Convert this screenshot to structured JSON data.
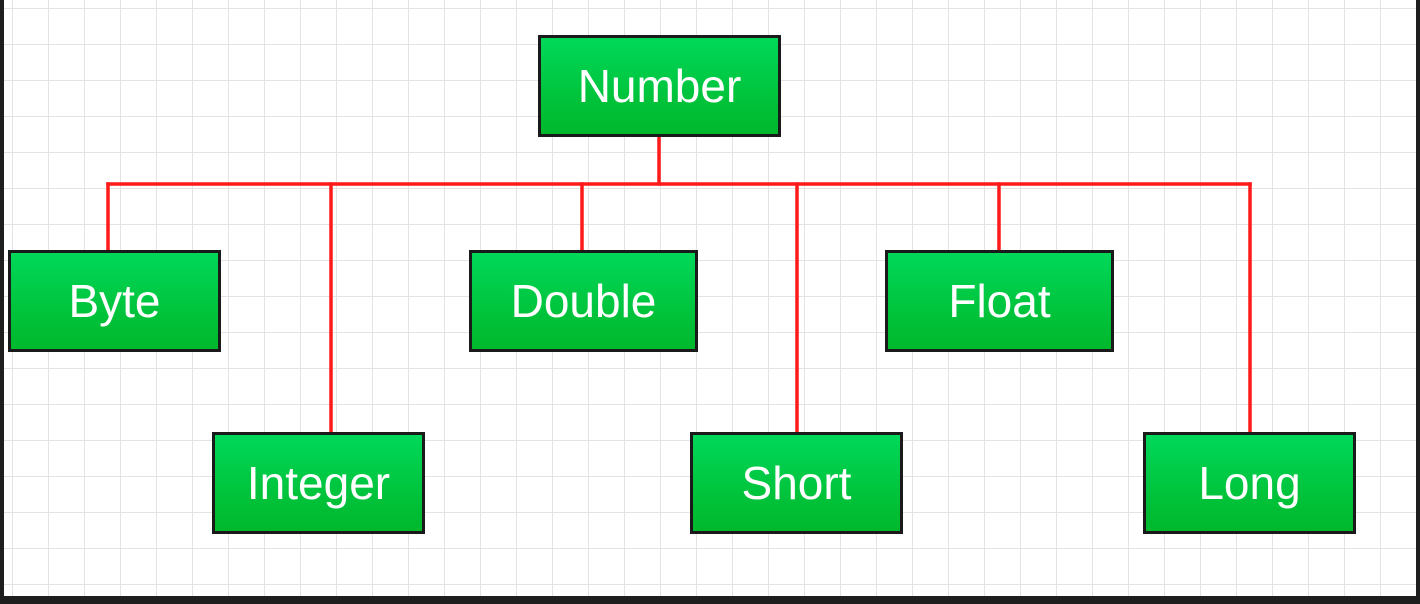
{
  "diagram": {
    "root": {
      "label": "Number"
    },
    "children": [
      {
        "id": "byte",
        "label": "Byte"
      },
      {
        "id": "integer",
        "label": "Integer"
      },
      {
        "id": "double",
        "label": "Double"
      },
      {
        "id": "short",
        "label": "Short"
      },
      {
        "id": "float",
        "label": "Float"
      },
      {
        "id": "long",
        "label": "Long"
      }
    ],
    "colors": {
      "node_fill": "#00c43c",
      "node_border": "#1a1a1a",
      "node_text": "#ffffff",
      "connector": "#ff1a1a",
      "grid": "#e3e3e3",
      "background": "#ffffff"
    }
  }
}
